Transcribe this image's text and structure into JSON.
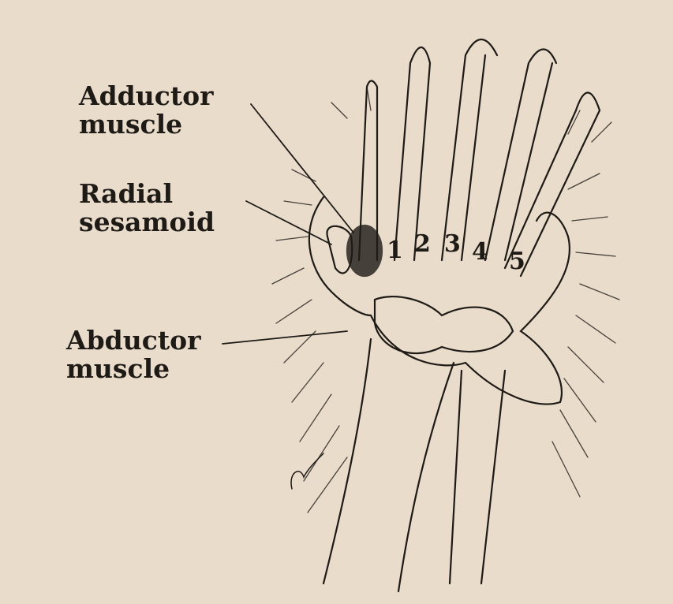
{
  "labels": {
    "adductor": [
      "Adductor",
      "muscle"
    ],
    "radial": [
      "Radial",
      "sesamoid"
    ],
    "abductor": [
      "Abductor",
      "muscle"
    ]
  },
  "digits": [
    "1",
    "2",
    "3",
    "4",
    "5"
  ],
  "colors": {
    "paper": "#e9dccb",
    "ink": "#1e1a16"
  }
}
